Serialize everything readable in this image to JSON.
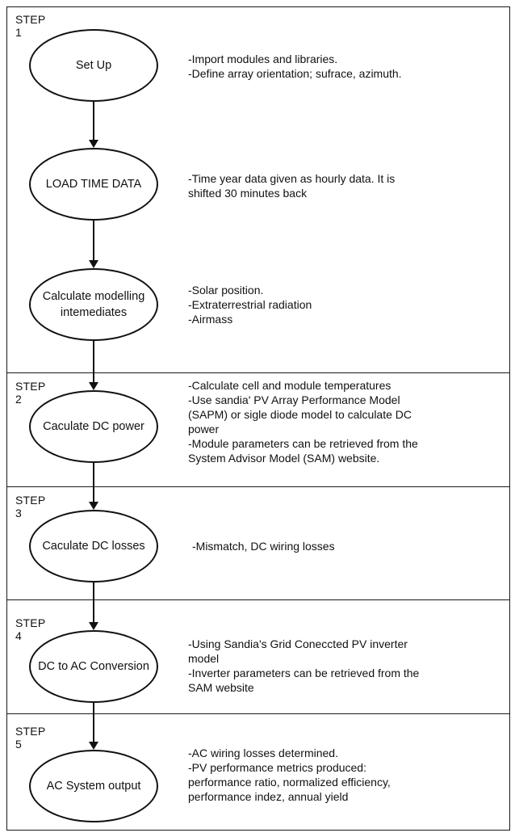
{
  "steps": [
    {
      "label": "STEP 1",
      "nodes": [
        {
          "text": "Set Up",
          "notes": [
            "-Import modules and libraries.",
            "-Define array orientation; sufrace, azimuth."
          ]
        },
        {
          "text": "LOAD TIME DATA",
          "notes": [
            "-Time year data given as hourly data. It is",
            "shifted 30 minutes back"
          ]
        },
        {
          "text": "Calculate modelling intemediates",
          "notes": [
            "-Solar position.",
            "-Extraterrestrial radiation",
            "-Airmass"
          ]
        }
      ]
    },
    {
      "label": "STEP 2",
      "nodes": [
        {
          "text": "Caculate DC power",
          "notes": [
            "-Calculate cell and module temperatures",
            "-Use sandia' PV Array Performance Model",
            "(SAPM) or sigle diode model to calculate DC",
            "power",
            "-Module parameters can be retrieved from the",
            "System Advisor Model (SAM) website."
          ]
        }
      ]
    },
    {
      "label": "STEP 3",
      "nodes": [
        {
          "text": "Caculate DC losses",
          "notes": [
            "-Mismatch, DC wiring losses"
          ]
        }
      ]
    },
    {
      "label": "STEP 4",
      "nodes": [
        {
          "text": "DC to AC Conversion",
          "notes": [
            "-Using Sandia's Grid Coneccted PV inverter",
            "model",
            "-Inverter parameters can be retrieved from the",
            "SAM website"
          ]
        }
      ]
    },
    {
      "label": "STEP 5",
      "nodes": [
        {
          "text": "AC System output",
          "notes": [
            "-AC wiring losses determined.",
            "-PV performance metrics produced:",
            "performance ratio, normalized efficiency,",
            "performance indez, annual yield"
          ]
        }
      ]
    }
  ]
}
